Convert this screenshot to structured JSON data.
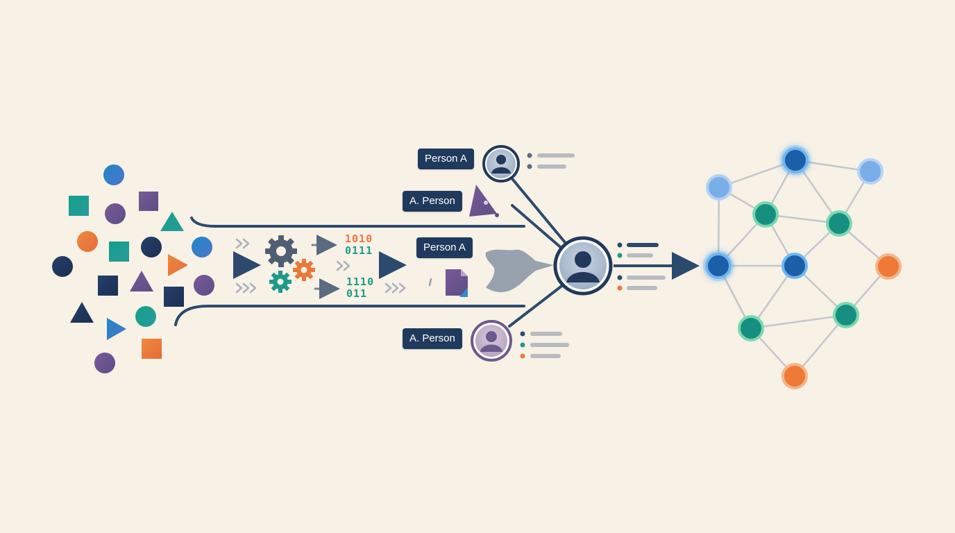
{
  "labels": {
    "top_person": "Person A",
    "upper_alias": "A. Person",
    "middle_person": "Person A",
    "lower_alias": "A. Person"
  },
  "binary": {
    "group1": {
      "line1": "1010",
      "line2": "0111"
    },
    "group2": {
      "line1": "1110",
      "line2": "011"
    }
  },
  "icons": {
    "scatter": "raw-data-shapes",
    "gears": "processing-gears-icon",
    "merge": "entity-resolution-node",
    "graph": "knowledge-graph-network",
    "person": "person-icon"
  },
  "colors": {
    "background": "#f7f1e6",
    "navy": "#1f3a5c",
    "blue": "#2e7fc0",
    "teal": "#1f9a8a",
    "purple": "#6b5a8e",
    "orange": "#e8793a",
    "light_blue": "#8ab8ea",
    "gray": "#b8bcc0"
  }
}
